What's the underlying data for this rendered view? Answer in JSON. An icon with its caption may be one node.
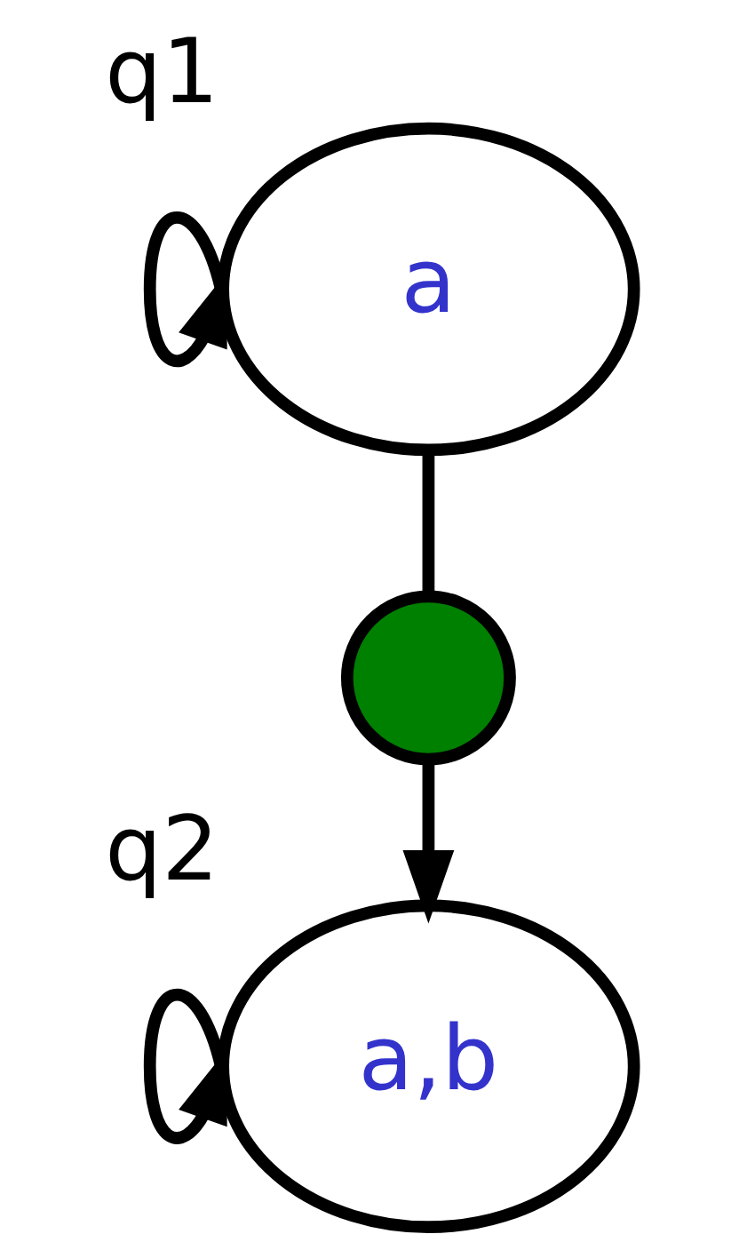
{
  "diagram": {
    "nodes": [
      {
        "text": [
          "a"
        ],
        "beside": [
          "q1"
        ]
      },
      {
        "text": [],
        "shape": "circle"
      },
      {
        "text": [
          "a,b"
        ],
        "beside": [
          "q2"
        ]
      }
    ],
    "edges": [
      {
        "from": 0,
        "to": 0,
        "arrow": "to"
      },
      {
        "from": 0,
        "to": 1,
        "arrow": "none"
      },
      {
        "from": 1,
        "to": 2,
        "arrow": "to"
      },
      {
        "from": 2,
        "to": 2,
        "arrow": "to"
      }
    ]
  }
}
